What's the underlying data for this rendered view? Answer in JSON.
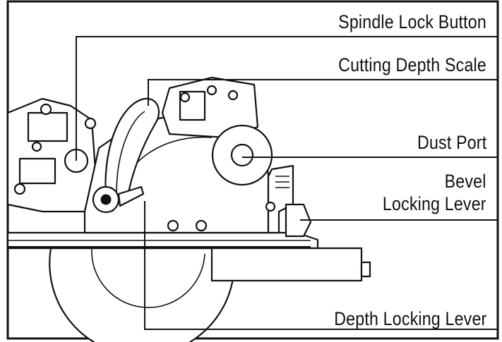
{
  "diagram": {
    "subject": "circular-saw",
    "labels": {
      "spindle_lock": "Spindle Lock Button",
      "cutting_depth": "Cutting Depth Scale",
      "dust_port": "Dust Port",
      "bevel_line1": "Bevel",
      "bevel_line2": "Locking Lever",
      "depth_locking": "Depth Locking Lever"
    }
  }
}
